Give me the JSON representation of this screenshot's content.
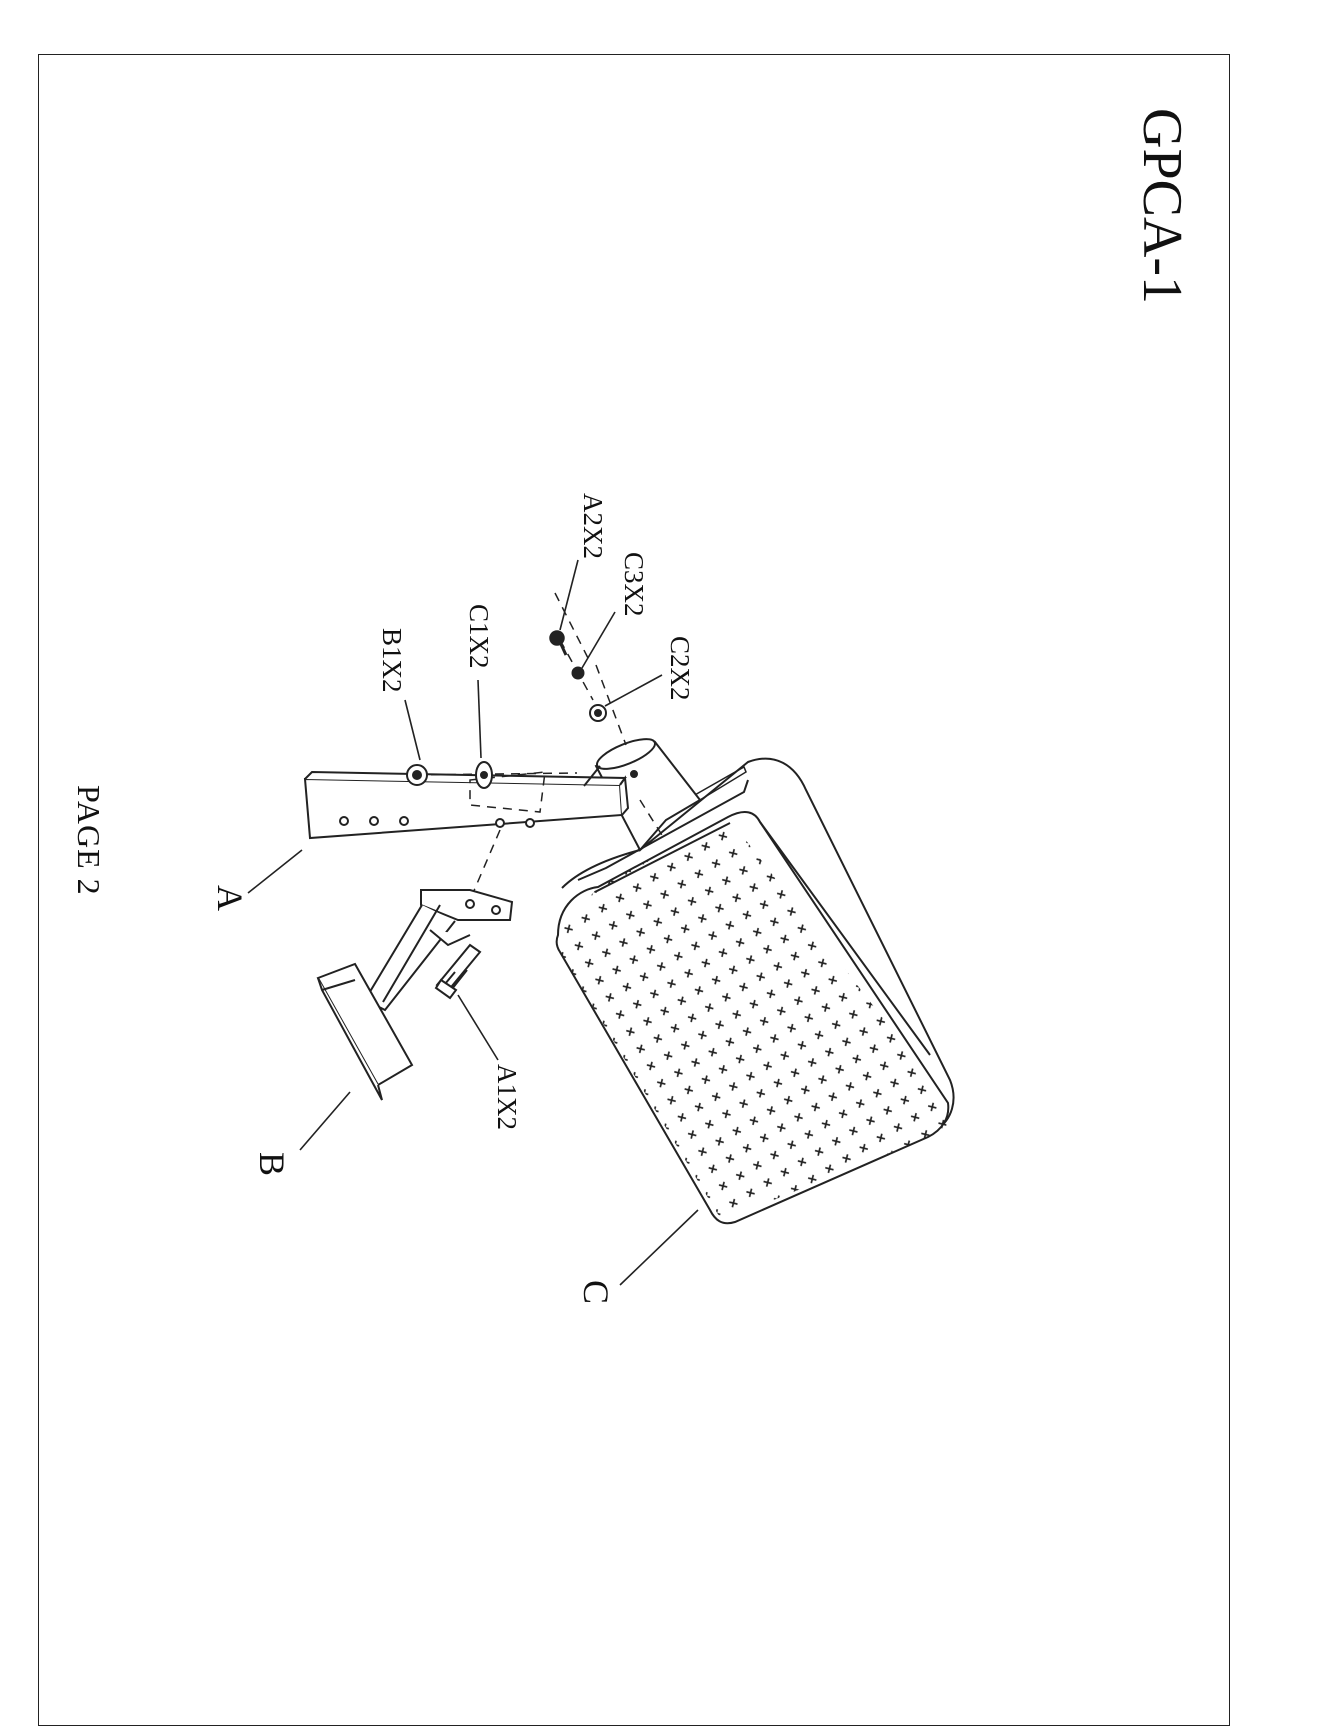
{
  "document": {
    "code": "GPCA-1",
    "page_label": "PAGE 2"
  },
  "parts": {
    "A": "A",
    "B": "B",
    "C": "C"
  },
  "hardware": {
    "a2": "A2X2",
    "c3": "C3X2",
    "c2": "C2X2",
    "c1": "C1X2",
    "b1": "B1X2",
    "a1": "A1X2"
  }
}
